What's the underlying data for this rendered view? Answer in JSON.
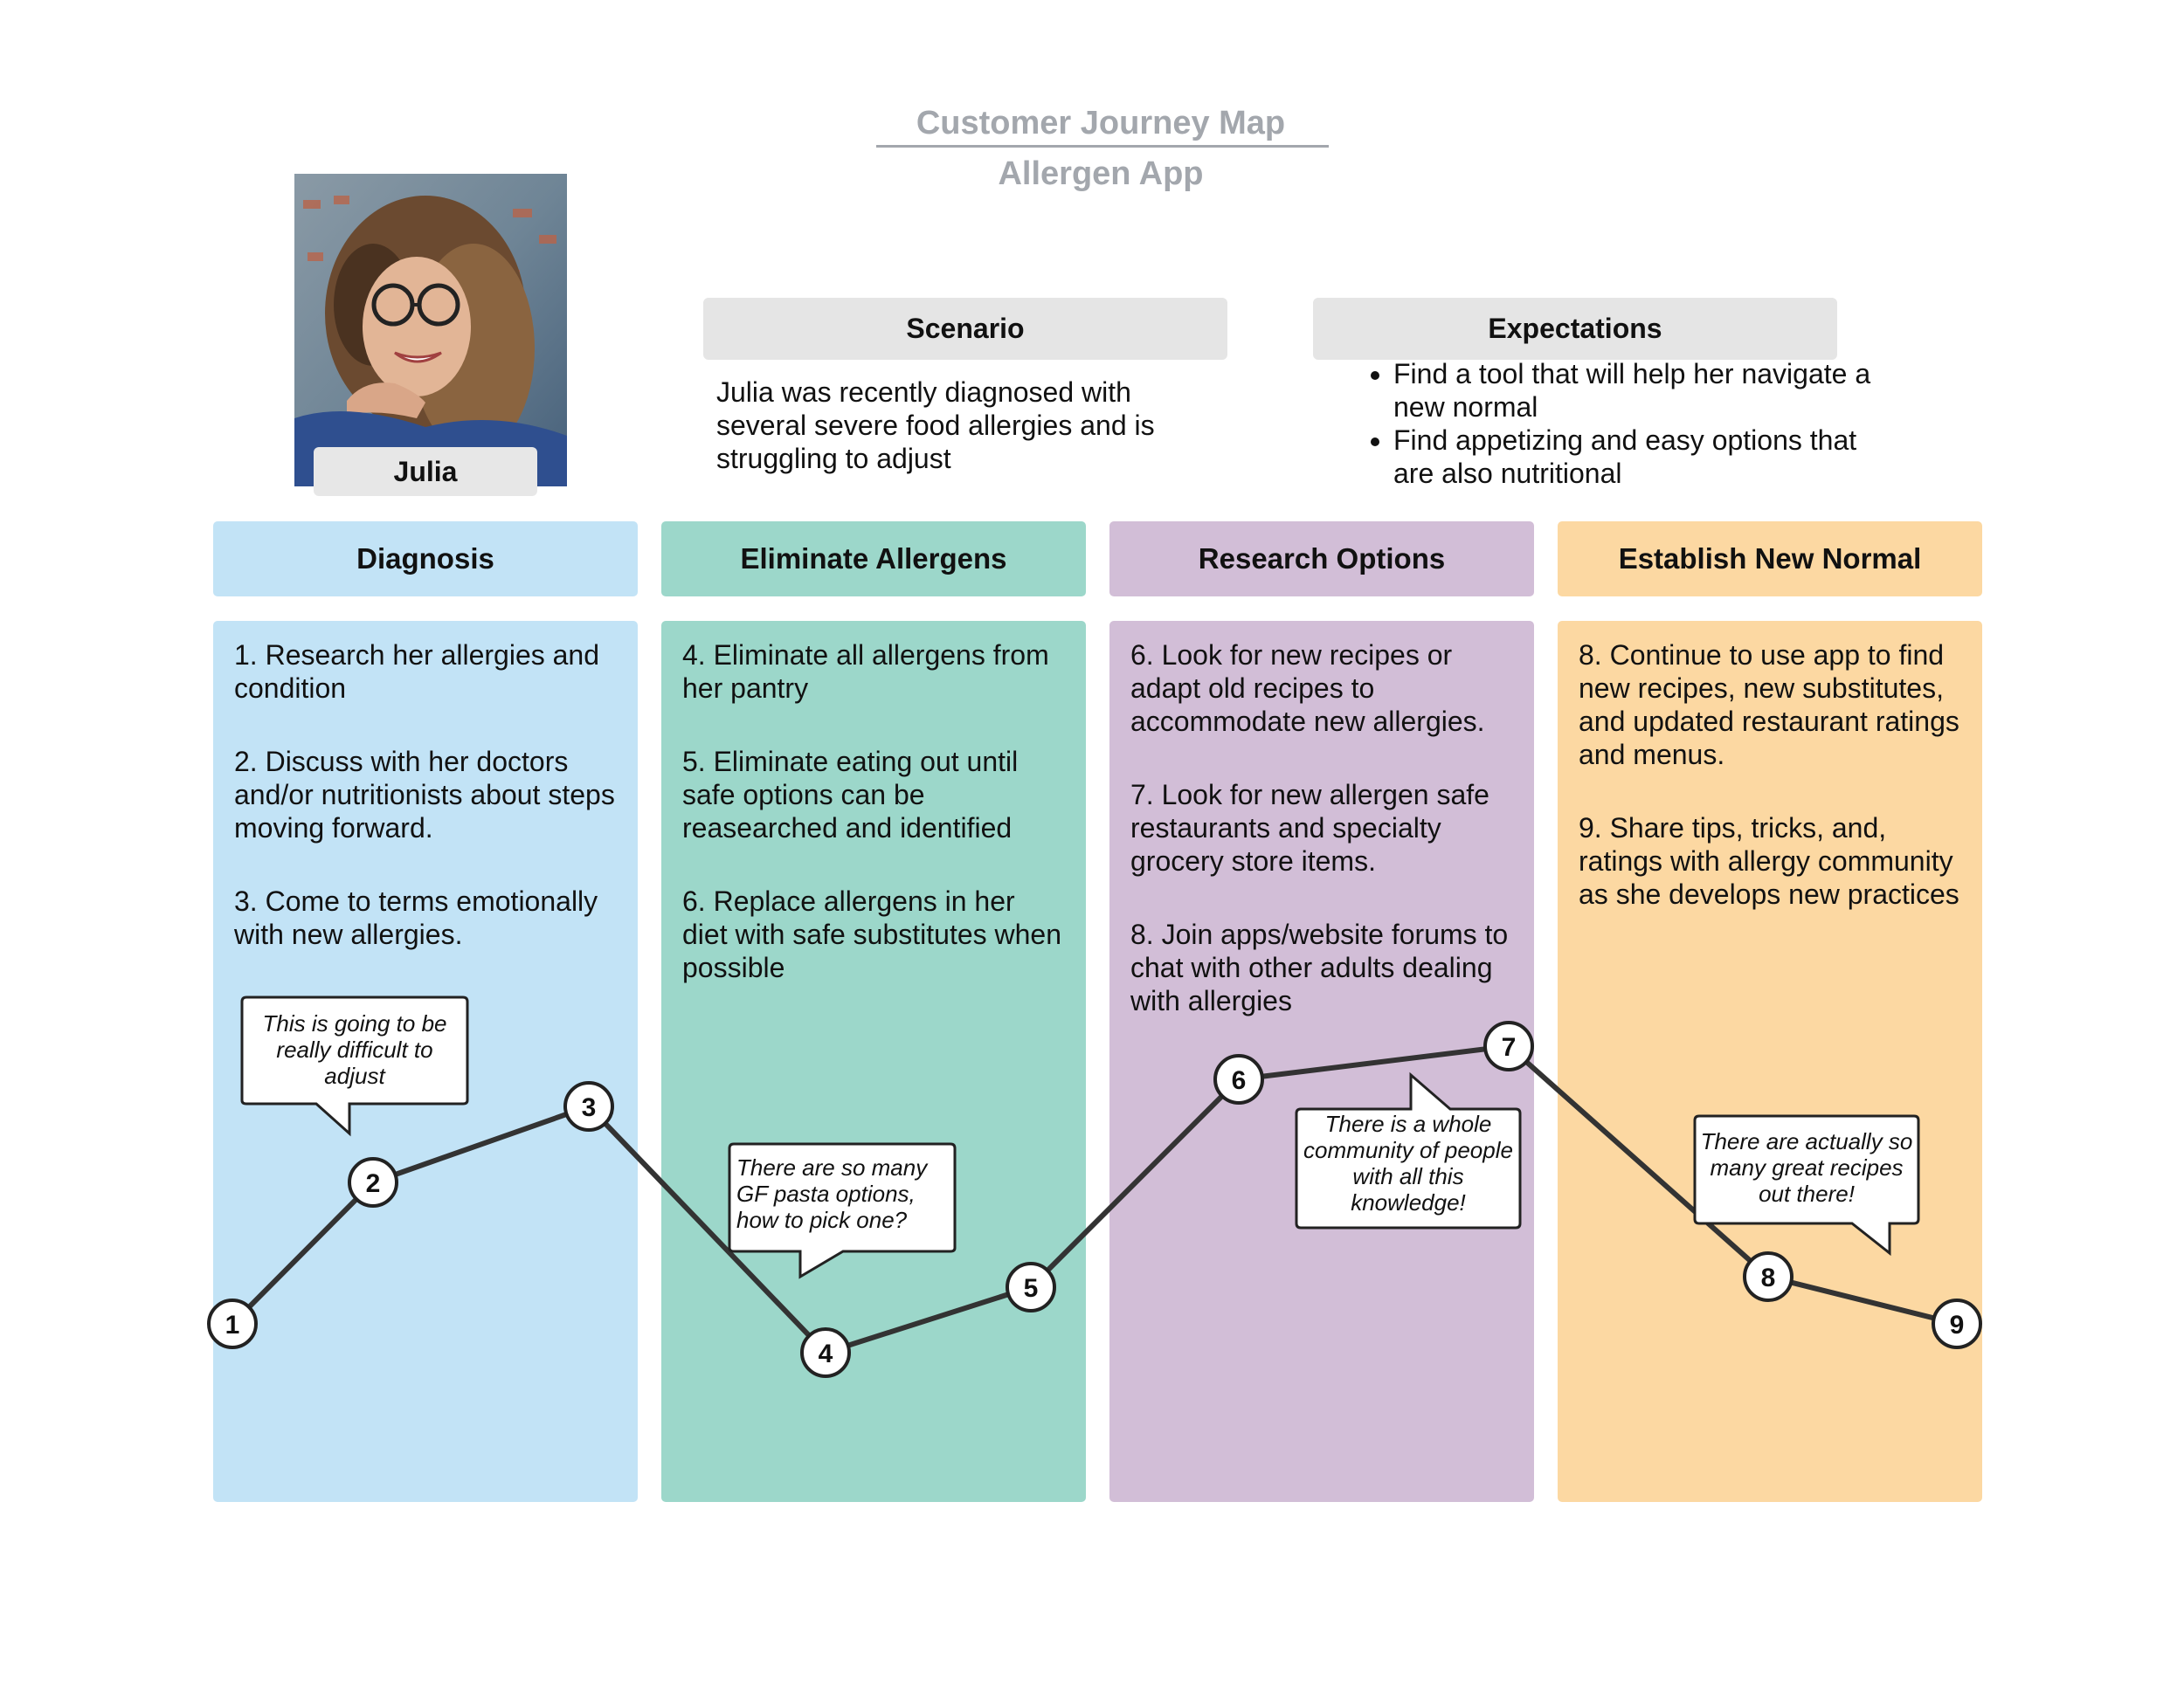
{
  "header": {
    "title": "Customer Journey Map",
    "subtitle": "Allergen App"
  },
  "persona": {
    "name": "Julia"
  },
  "scenario": {
    "heading": "Scenario",
    "text": "Julia was recently diagnosed with several severe food allergies and is struggling to adjust"
  },
  "expectations": {
    "heading": "Expectations",
    "items": [
      "Find a tool that will help her navigate a new normal",
      "Find appetizing and easy options that are also nutritional"
    ]
  },
  "stages": [
    {
      "title": "Diagnosis",
      "color": "#c2e3f6",
      "steps": [
        "1. Research her allergies and condition",
        "2. Discuss with her doctors and/or nutritionists about steps moving forward.",
        "3. Come to terms emotionally with new allergies."
      ]
    },
    {
      "title": "Eliminate Allergens",
      "color": "#9cd7ca",
      "steps": [
        "4. Eliminate all allergens from her pantry",
        "5. Eliminate eating out until safe options can be reasearched and identified",
        "6. Replace allergens in her diet with safe substitutes when possible"
      ]
    },
    {
      "title": "Research Options",
      "color": "#d2bed7",
      "steps": [
        "6. Look for new recipes or adapt old recipes to accommodate new allergies.",
        "7. Look for new allergen safe restaurants and specialty grocery store items.",
        "8. Join apps/website forums to chat with other adults dealing with allergies"
      ]
    },
    {
      "title": "Establish New Normal",
      "color": "#fcd8a2",
      "steps": [
        "8. Continue to use app to find new recipes, new substitutes, and updated restaurant ratings and menus.",
        "9. Share tips, tricks, and, ratings with allergy community as she develops new practices"
      ]
    }
  ],
  "journey": {
    "points": [
      "1",
      "2",
      "3",
      "4",
      "5",
      "6",
      "7",
      "8",
      "9"
    ],
    "quotes": [
      [
        "This is going to be",
        "really difficult to",
        "adjust"
      ],
      [
        "There are so many",
        "GF pasta options,",
        "how to pick one?"
      ],
      [
        "There is a whole",
        "community of people",
        "with all this",
        "knowledge!"
      ],
      [
        "There are actually so",
        "many great recipes",
        "out there!"
      ]
    ]
  }
}
